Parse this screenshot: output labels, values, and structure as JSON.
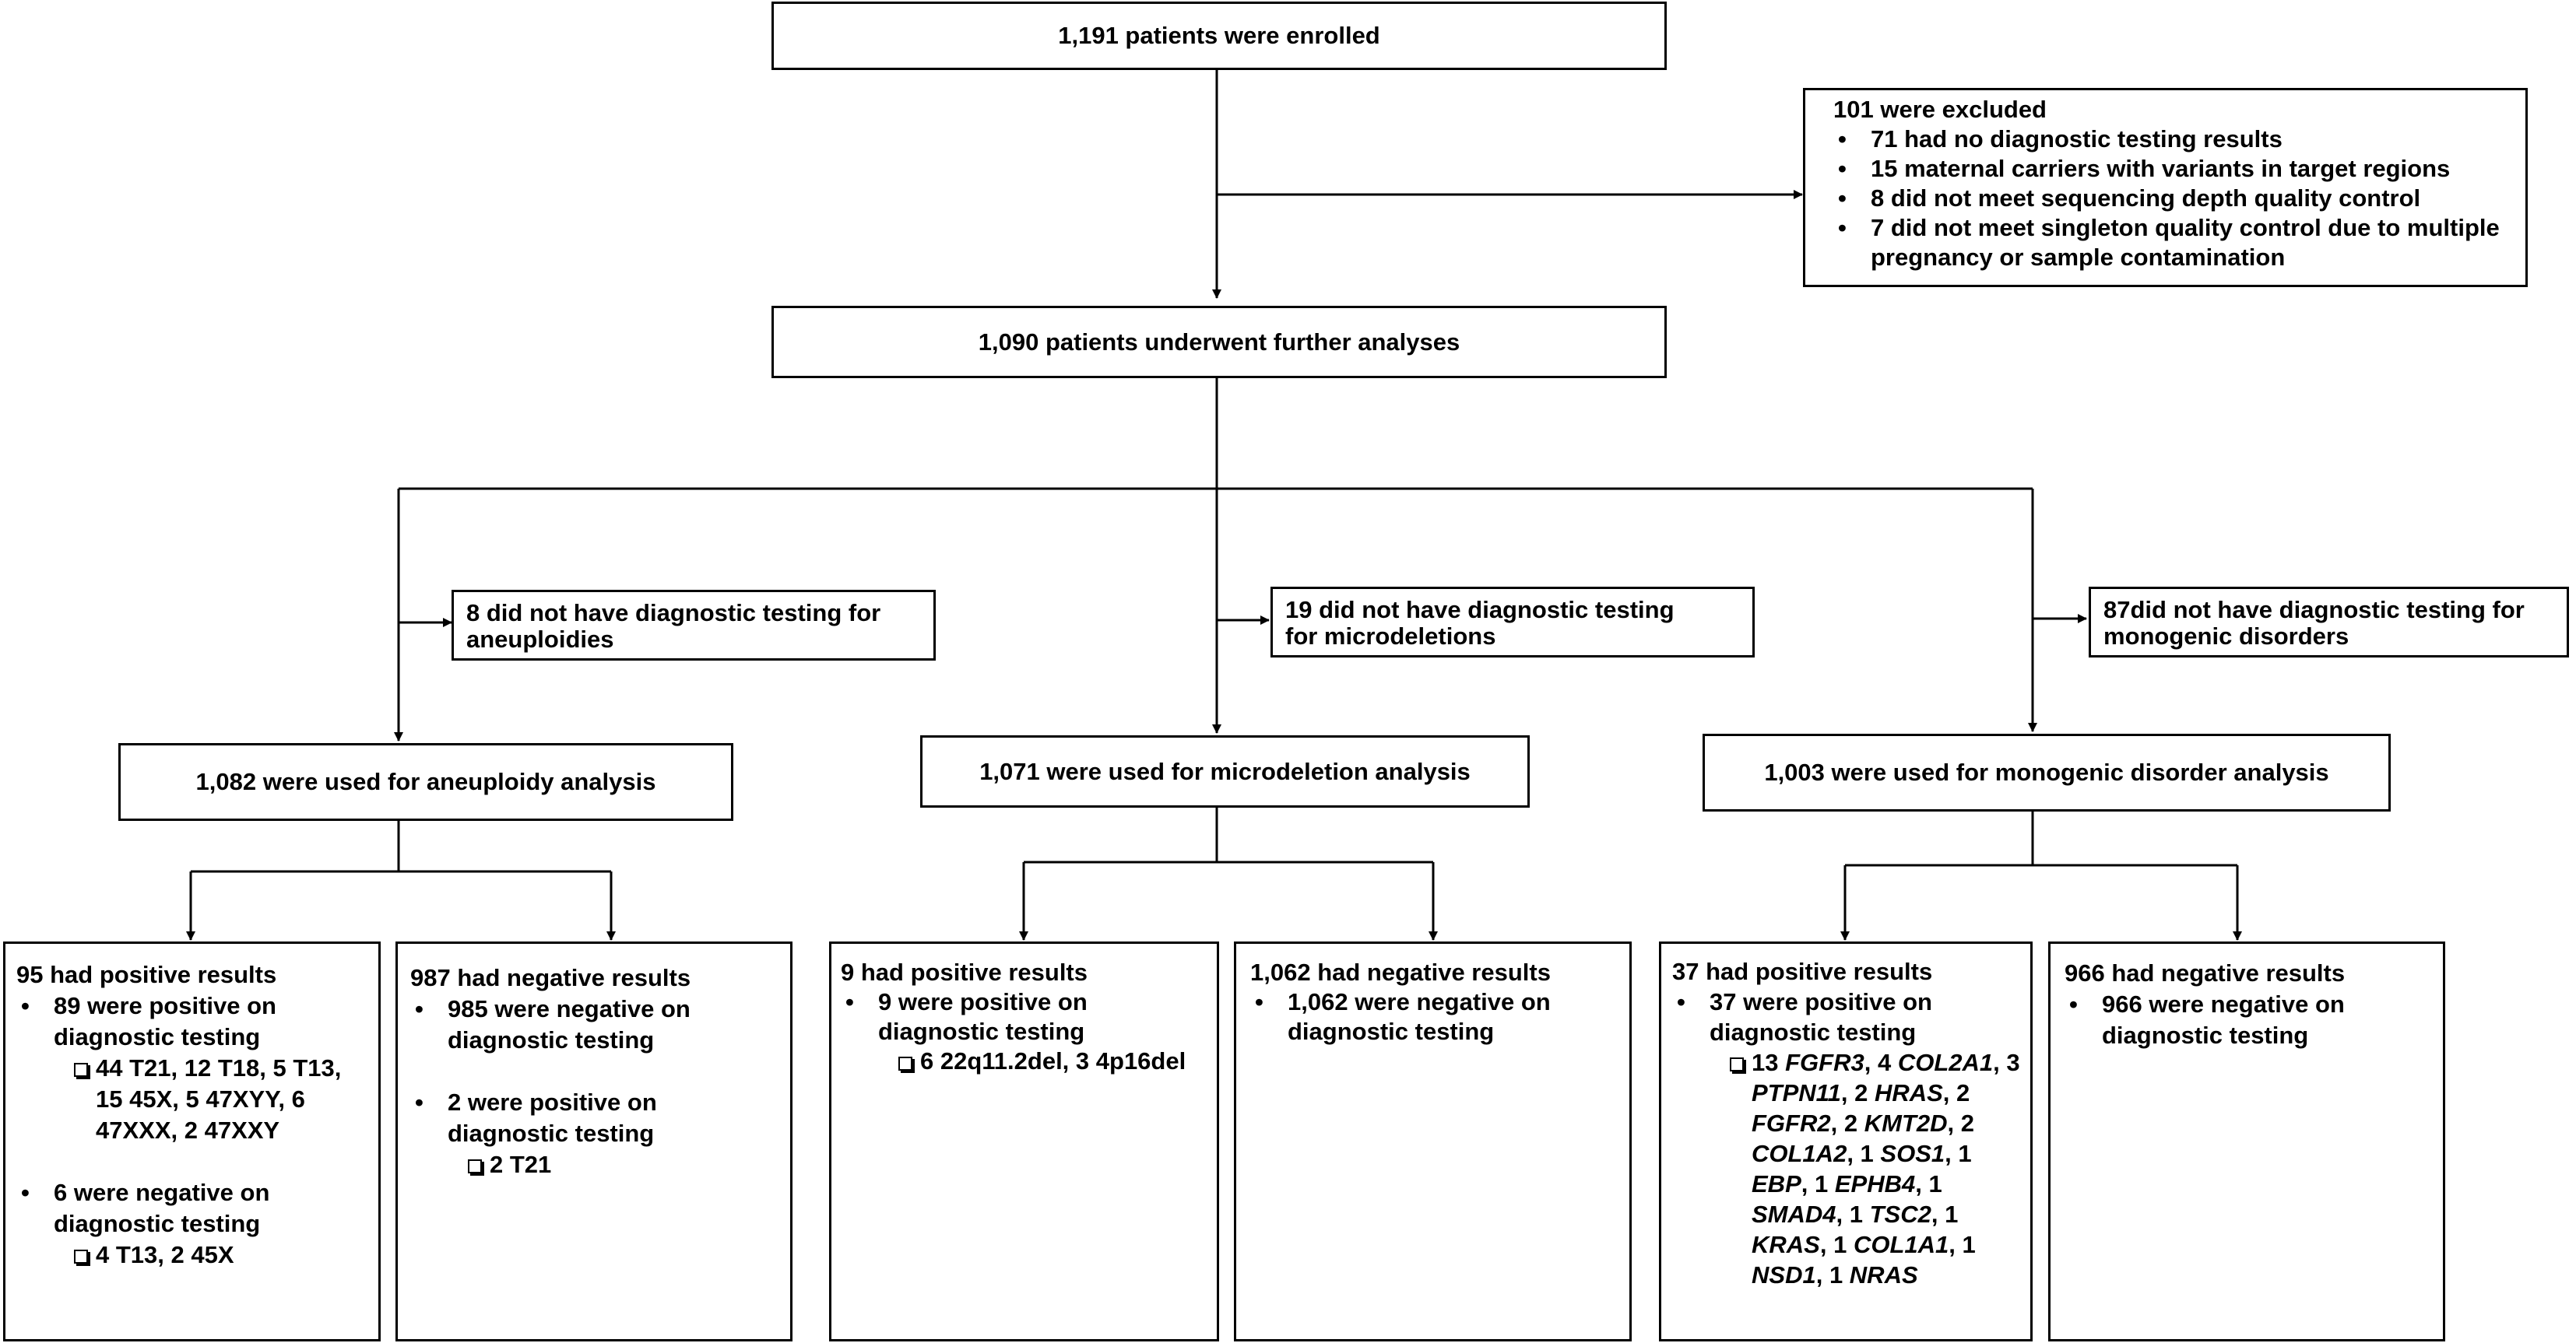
{
  "enrolled": "1,191 patients were enrolled",
  "excluded": {
    "title": "101 were excluded",
    "items": [
      "71 had no diagnostic testing results",
      "15 maternal carriers with variants in target regions",
      "8 did not meet sequencing depth quality control",
      "7 did not meet singleton quality control due to multiple pregnancy or sample contamination"
    ]
  },
  "further": "1,090 patients underwent further analyses",
  "aneuploidy": {
    "excluded_line1": "8 did not have diagnostic testing for",
    "excluded_line2": "aneuploidies",
    "used": "1,082 were used for aneuploidy analysis",
    "positive": {
      "title": "95 had positive results",
      "b1": "89 were positive on diagnostic testing",
      "b1_sub": "44 T21, 12 T18, 5 T13, 15 45X, 5 47XYY, 6 47XXX, 2 47XXY",
      "b2": "6 were negative on diagnostic testing",
      "b2_sub": "4 T13, 2 45X"
    },
    "negative": {
      "title": "987 had negative results",
      "b1": "985 were negative on diagnostic testing",
      "b2": "2 were positive on diagnostic testing",
      "b2_sub": "2 T21"
    }
  },
  "microdeletion": {
    "excluded_line1": "19 did not have diagnostic testing",
    "excluded_line2": "for microdeletions",
    "used": "1,071 were used for microdeletion analysis",
    "positive": {
      "title": "9 had positive results",
      "b1": "9 were positive on diagnostic testing",
      "b1_sub": "6 22q11.2del, 3 4p16del"
    },
    "negative": {
      "title": "1,062 had negative results",
      "b1": "1,062 were negative on diagnostic testing"
    }
  },
  "monogenic": {
    "excluded_line1": "87did not have diagnostic testing for",
    "excluded_line2": "monogenic disorders",
    "used": "1,003 were used for monogenic disorder analysis",
    "positive": {
      "title": "37 had positive results",
      "b1": "37 were positive on diagnostic testing",
      "genes": [
        {
          "count": "13",
          "gene": "FGFR3"
        },
        {
          "count": "4",
          "gene": "COL2A1"
        },
        {
          "count": "3",
          "gene": "PTPN11"
        },
        {
          "count": "2",
          "gene": "HRAS"
        },
        {
          "count": "2",
          "gene": "FGFR2"
        },
        {
          "count": "2",
          "gene": "KMT2D"
        },
        {
          "count": "2",
          "gene": "COL1A2"
        },
        {
          "count": "1",
          "gene": "SOS1"
        },
        {
          "count": "1",
          "gene": "EBP"
        },
        {
          "count": "1",
          "gene": "EPHB4"
        },
        {
          "count": "1",
          "gene": "SMAD4"
        },
        {
          "count": "1",
          "gene": "TSC2"
        },
        {
          "count": "1",
          "gene": "KRAS"
        },
        {
          "count": "1",
          "gene": "COL1A1"
        },
        {
          "count": "1",
          "gene": "NSD1"
        },
        {
          "count": "1",
          "gene": "NRAS"
        }
      ]
    },
    "negative": {
      "title": "966 had negative results",
      "b1": "966 were negative on diagnostic testing"
    }
  }
}
